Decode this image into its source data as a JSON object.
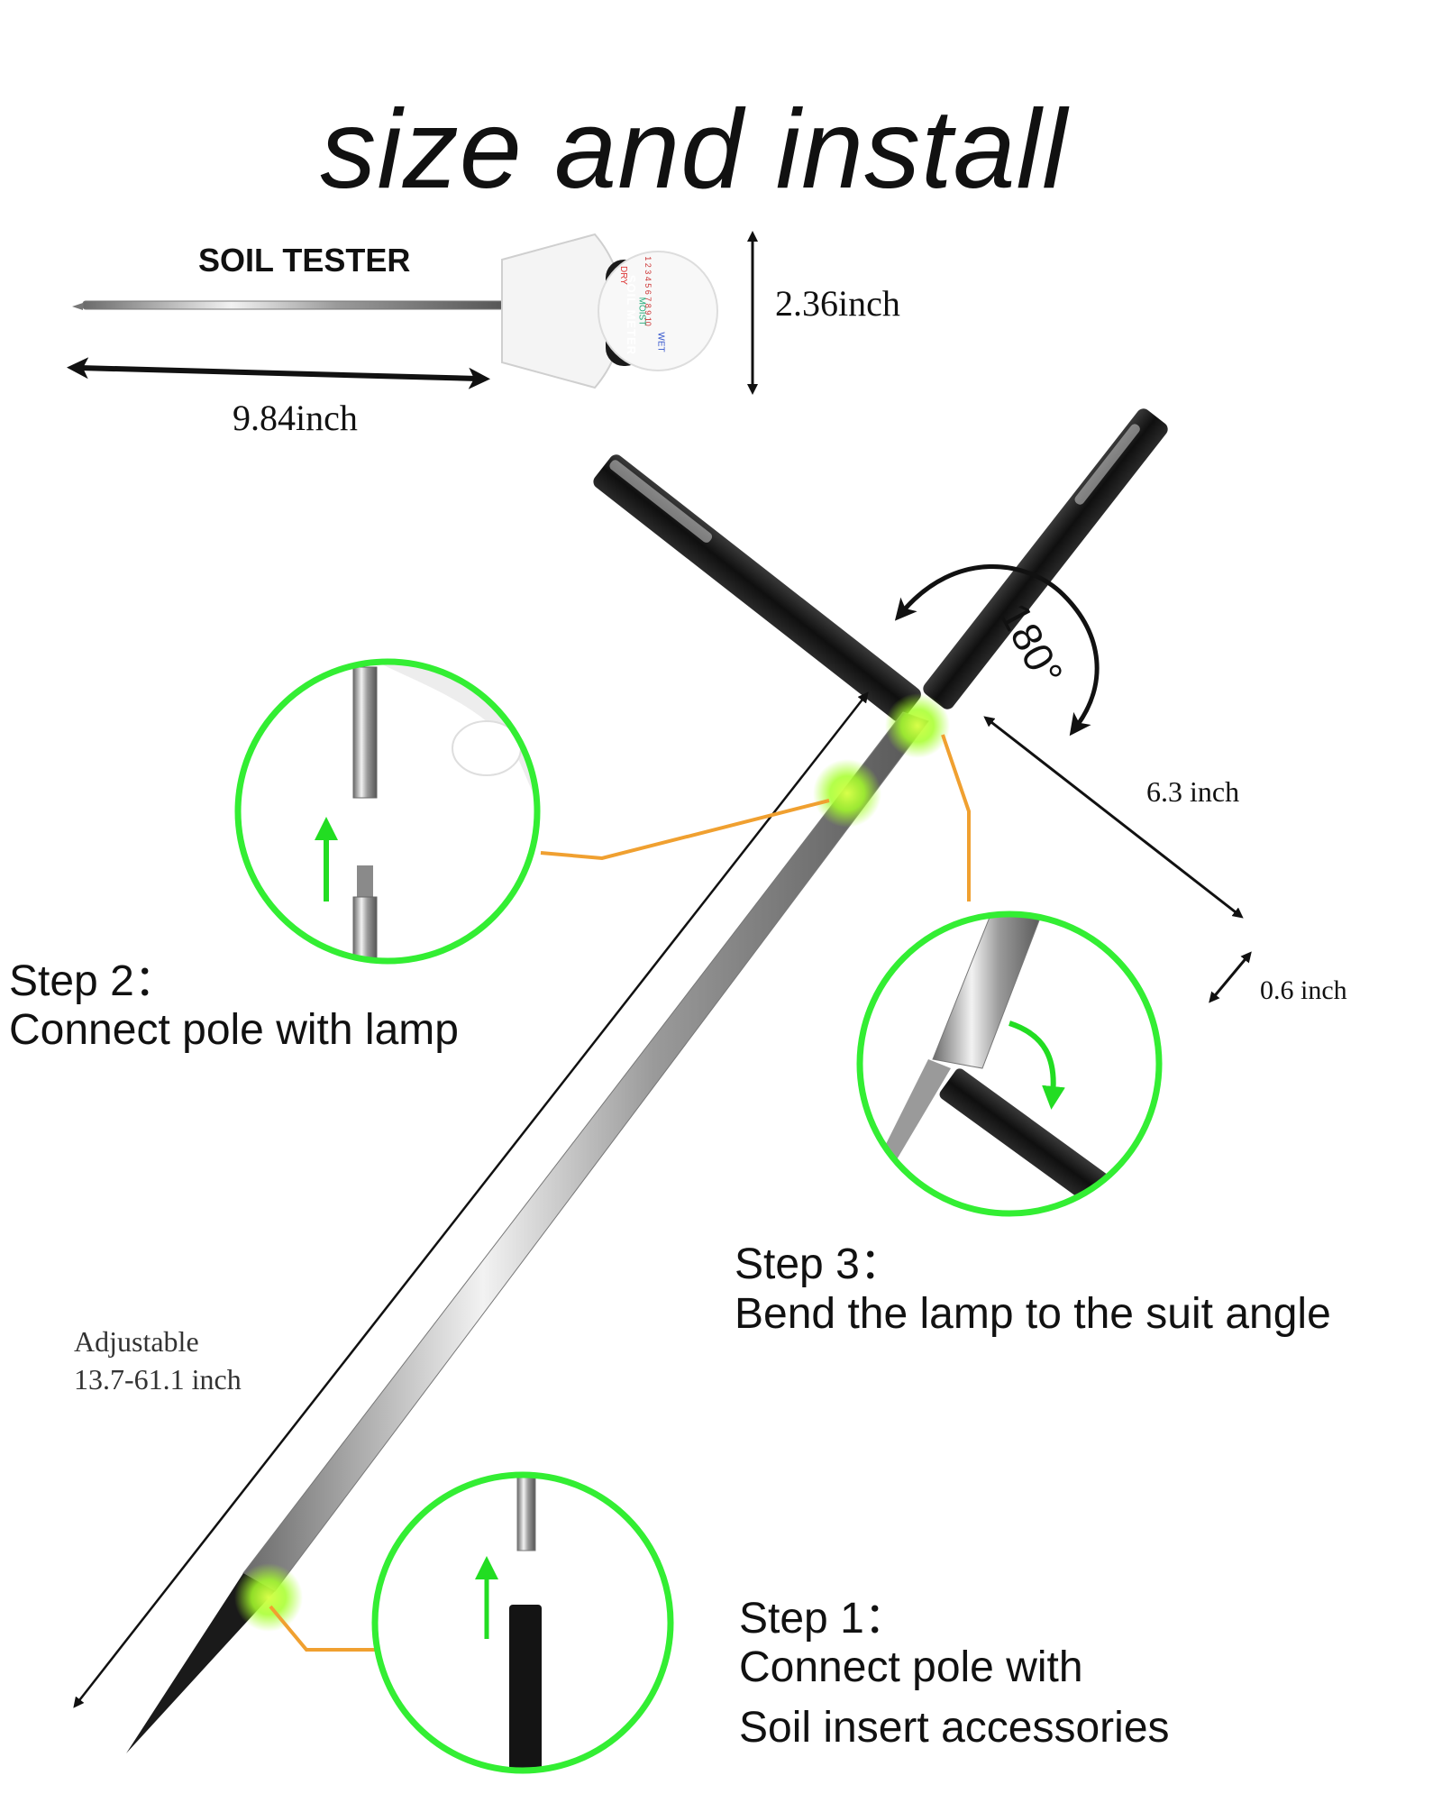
{
  "title": "size and install",
  "tester": {
    "label": "SOIL TESTER",
    "meter_label": "SOIL METER",
    "scale_numbers": "1 2 3 4 5 6 7 8 9 10",
    "scale_dry": "DRY",
    "scale_moist": "MOIST",
    "scale_wet": "WET",
    "height": "2.36inch",
    "length": "9.84inch"
  },
  "lamp": {
    "angle": "180°",
    "panel_length": "6.3 inch",
    "panel_thickness": "0.6 inch",
    "adjustable_label": "Adjustable",
    "adjustable_range": "13.7-61.1 inch"
  },
  "steps": {
    "step2_title": "Step 2：",
    "step2_text": "Connect pole with lamp",
    "step3_title": "Step 3：",
    "step3_text": "Bend the lamp to  the suit angle",
    "step1_title": "Step 1：",
    "step1_text_line1": "Connect pole with",
    "step1_text_line2": "Soil insert accessories"
  },
  "colors": {
    "circle_green": "#33ee33",
    "arrow_green": "#22dd22",
    "leader_orange": "#f0a030",
    "glow": "#b8ff3a",
    "panel": "#1a1a1a"
  }
}
